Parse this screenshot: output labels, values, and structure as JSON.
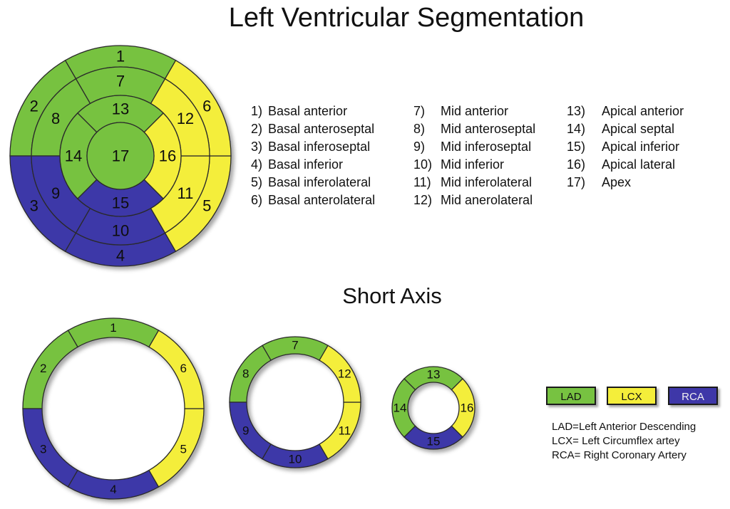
{
  "title": "Left Ventricular Segmentation",
  "subtitle": "Short Axis",
  "colors": {
    "LAD": "#77c241",
    "LCX": "#f4ee3a",
    "RCA": "#3e37a8",
    "outline": "#2a2a2a"
  },
  "segment_artery": {
    "1": "LAD",
    "2": "LAD",
    "3": "RCA",
    "4": "RCA",
    "5": "LCX",
    "6": "LCX",
    "7": "LAD",
    "8": "LAD",
    "9": "RCA",
    "10": "RCA",
    "11": "LCX",
    "12": "LCX",
    "13": "LAD",
    "14": "LAD",
    "15": "RCA",
    "16": "LCX",
    "17": "LAD"
  },
  "legend": {
    "col1": [
      {
        "num": "1)",
        "text": "Basal anterior"
      },
      {
        "num": "2)",
        "text": "Basal anteroseptal"
      },
      {
        "num": "3)",
        "text": "Basal inferoseptal"
      },
      {
        "num": "4)",
        "text": "Basal inferior"
      },
      {
        "num": "5)",
        "text": "Basal inferolateral"
      },
      {
        "num": "6)",
        "text": "Basal anterolateral"
      }
    ],
    "col2": [
      {
        "num": "7)",
        "text": "Mid anterior"
      },
      {
        "num": "8)",
        "text": "Mid anteroseptal"
      },
      {
        "num": "9)",
        "text": "Mid inferoseptal"
      },
      {
        "num": "10)",
        "text": "Mid inferior"
      },
      {
        "num": "11)",
        "text": "Mid inferolateral"
      },
      {
        "num": "12)",
        "text": "Mid anerolateral"
      }
    ],
    "col3": [
      {
        "num": "13)",
        "text": "Apical anterior"
      },
      {
        "num": "14)",
        "text": "Apical septal"
      },
      {
        "num": "15)",
        "text": "Apical inferior"
      },
      {
        "num": "16)",
        "text": "Apical lateral"
      },
      {
        "num": "17)",
        "text": "Apex"
      }
    ]
  },
  "key": {
    "lad_label": "LAD",
    "lcx_label": "LCX",
    "rca_label": "RCA",
    "abbr_lad": "LAD=Left Anterior Descending",
    "abbr_lcx": "LCX= Left Circumflex artey",
    "abbr_rca": "RCA= Right Coronary Artery"
  }
}
